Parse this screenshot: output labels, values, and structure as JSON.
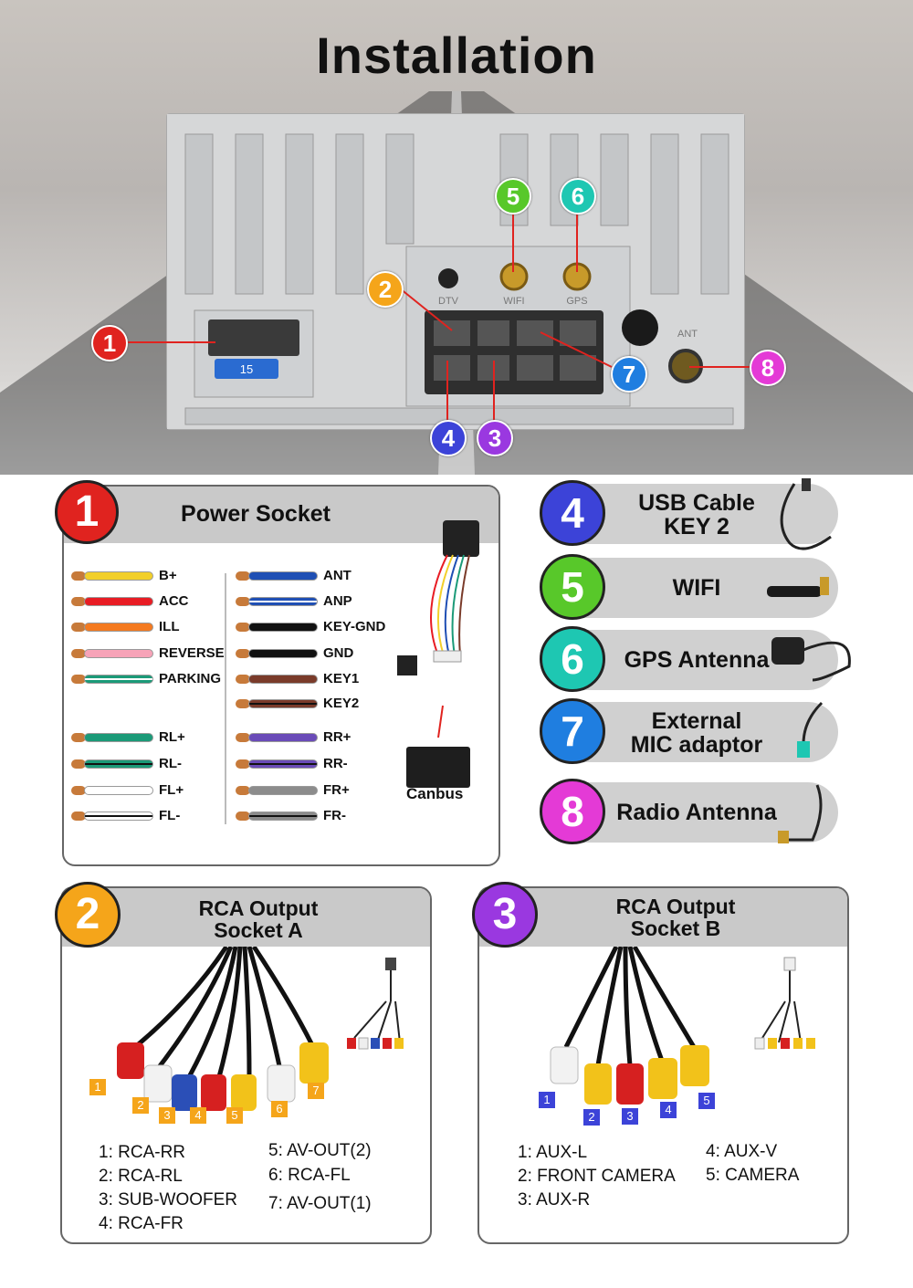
{
  "title": "Installation",
  "callouts": [
    "1",
    "2",
    "3",
    "4",
    "5",
    "6",
    "7",
    "8"
  ],
  "unit_labels": {
    "dtv": "DTV",
    "wifi": "WIFI",
    "gps": "GPS",
    "ant": "ANT",
    "fuse": "15"
  },
  "power": {
    "number": "1",
    "title": "Power Socket",
    "left_wires": [
      {
        "label": "B+",
        "color": "#f2cf2a",
        "stripe": ""
      },
      {
        "label": "ACC",
        "color": "#e81c24",
        "stripe": ""
      },
      {
        "label": "ILL",
        "color": "#f47a20",
        "stripe": ""
      },
      {
        "label": "REVERSE",
        "color": "#f7a3b8",
        "stripe": ""
      },
      {
        "label": "PARKING",
        "color": "#1b9a78",
        "stripe": "#ffffff"
      },
      {
        "label": "RL+",
        "color": "#1b9a78",
        "stripe": ""
      },
      {
        "label": "RL-",
        "color": "#1b9a78",
        "stripe": "#111111"
      },
      {
        "label": "FL+",
        "color": "#ffffff",
        "stripe": ""
      },
      {
        "label": "FL-",
        "color": "#ffffff",
        "stripe": "#111111"
      }
    ],
    "right_wires": [
      {
        "label": "ANT",
        "color": "#1f4fb4",
        "stripe": ""
      },
      {
        "label": "ANP",
        "color": "#1f4fb4",
        "stripe": "#ffffff"
      },
      {
        "label": "KEY-GND",
        "color": "#111111",
        "stripe": ""
      },
      {
        "label": "GND",
        "color": "#111111",
        "stripe": ""
      },
      {
        "label": "KEY1",
        "color": "#7a3b2a",
        "stripe": ""
      },
      {
        "label": "KEY2",
        "color": "#7a3b2a",
        "stripe": "#111111"
      },
      {
        "label": "RR+",
        "color": "#6a4bb8",
        "stripe": ""
      },
      {
        "label": "RR-",
        "color": "#6a4bb8",
        "stripe": "#111111"
      },
      {
        "label": "FR+",
        "color": "#8c8c8c",
        "stripe": ""
      },
      {
        "label": "FR-",
        "color": "#8c8c8c",
        "stripe": "#111111"
      }
    ],
    "canbus": "Canbus"
  },
  "side_items": [
    {
      "number": "4",
      "label": "USB Cable\nKEY 2",
      "color": "#3c43d8"
    },
    {
      "number": "5",
      "label": "WIFI",
      "color": "#58c82a"
    },
    {
      "number": "6",
      "label": "GPS Antenna",
      "color": "#1ec7b2"
    },
    {
      "number": "7",
      "label": "External\nMIC adaptor",
      "color": "#1f7ee0"
    },
    {
      "number": "8",
      "label": "Radio Antenna",
      "color": "#e43ad6"
    }
  ],
  "rca_a": {
    "number": "2",
    "title": "RCA Output\nSocket A",
    "color": "#f5a51a",
    "plug_tags": [
      "1",
      "2",
      "3",
      "4",
      "5",
      "6",
      "7"
    ],
    "legend_left": [
      "1: RCA-RR",
      "2: RCA-RL",
      "3: SUB-WOOFER",
      "4: RCA-FR"
    ],
    "legend_right": [
      "5: AV-OUT(2)",
      "6: RCA-FL",
      "7: AV-OUT(1)"
    ]
  },
  "rca_b": {
    "number": "3",
    "title": "RCA Output\nSocket B",
    "color": "#9a38e0",
    "plug_tags": [
      "1",
      "2",
      "3",
      "4",
      "5"
    ],
    "legend_left": [
      "1: AUX-L",
      "2: FRONT CAMERA",
      "3: AUX-R"
    ],
    "legend_right": [
      "4: AUX-V",
      "5: CAMERA"
    ]
  },
  "colors": {
    "c1": "#e0231f",
    "c2": "#f5a51a",
    "c3": "#9a38e0",
    "c4": "#3c43d8",
    "c5": "#58c82a",
    "c6": "#1ec7b2",
    "c7": "#1f7ee0",
    "c8": "#e43ad6"
  }
}
